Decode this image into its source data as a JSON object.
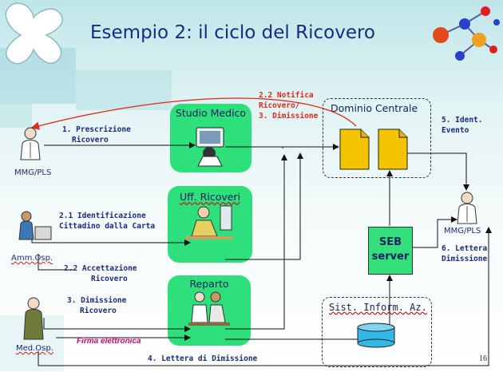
{
  "title": "Esempio 2: il ciclo del Ricovero",
  "boxes": {
    "studio_medico": "Studio Medico",
    "uff_ricoveri": "Uff. Ricoveri",
    "reparto": "Reparto",
    "dominio_centrale": "Dominio Centrale",
    "sist_inform": "Sist. Inform. Az.",
    "seb_line1": "SEB",
    "seb_line2": "server"
  },
  "actors": {
    "mmg_pls_left": "MMG/PLS",
    "amm_osp": "Amm.Osp.",
    "med_osp": "Med.Osp.",
    "mmg_pls_right": "MMG/PLS"
  },
  "steps": {
    "s1_line1": "1. Prescrizione",
    "s1_line2": "Ricovero",
    "s21_line1": "2.1 Identificazione",
    "s21_line2": "Cittadino dalla Carta",
    "s22_line1": "2.2 Accettazione",
    "s22_line2": "Ricovero",
    "s3_line1": "3. Dimissione",
    "s3_line2": "Ricovero",
    "notifica_line1": "2.2 Notifica",
    "notifica_line2": "Ricovero/",
    "notifica_line3": "3. Dimissione",
    "s5_line1": "5. Ident.",
    "s5_line2": "Evento",
    "s6_line1": "6. Lettera",
    "s6_line2": "Dimissione",
    "firma": "Firma elettronica",
    "s4": "4. Lettera di Dimissione"
  },
  "page_number": "16",
  "colors": {
    "green_box": "#2ee07c",
    "document": "#f5c400",
    "arrow_red": "#e0281e",
    "text_blue": "#1a2a80",
    "database": "#33b8e8"
  }
}
